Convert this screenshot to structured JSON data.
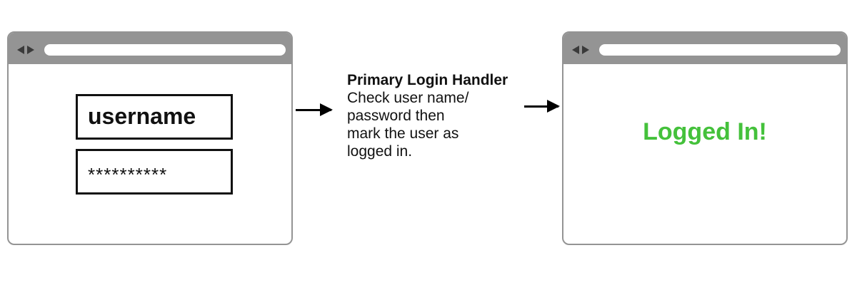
{
  "left_window": {
    "nav_icons": [
      "back-triangle-icon",
      "forward-triangle-icon"
    ],
    "address_bar": "",
    "username_field": {
      "value": "username"
    },
    "password_field": {
      "value": "**********"
    }
  },
  "handler": {
    "title": "Primary Login Handler",
    "lines": [
      "Check user name/",
      "password then",
      "mark the user as",
      "logged in."
    ]
  },
  "right_window": {
    "nav_icons": [
      "back-triangle-icon",
      "forward-triangle-icon"
    ],
    "address_bar": "",
    "status_text": "Logged In!"
  },
  "colors": {
    "window_chrome": "#949494",
    "success": "#44c13b",
    "ink": "#111111"
  }
}
